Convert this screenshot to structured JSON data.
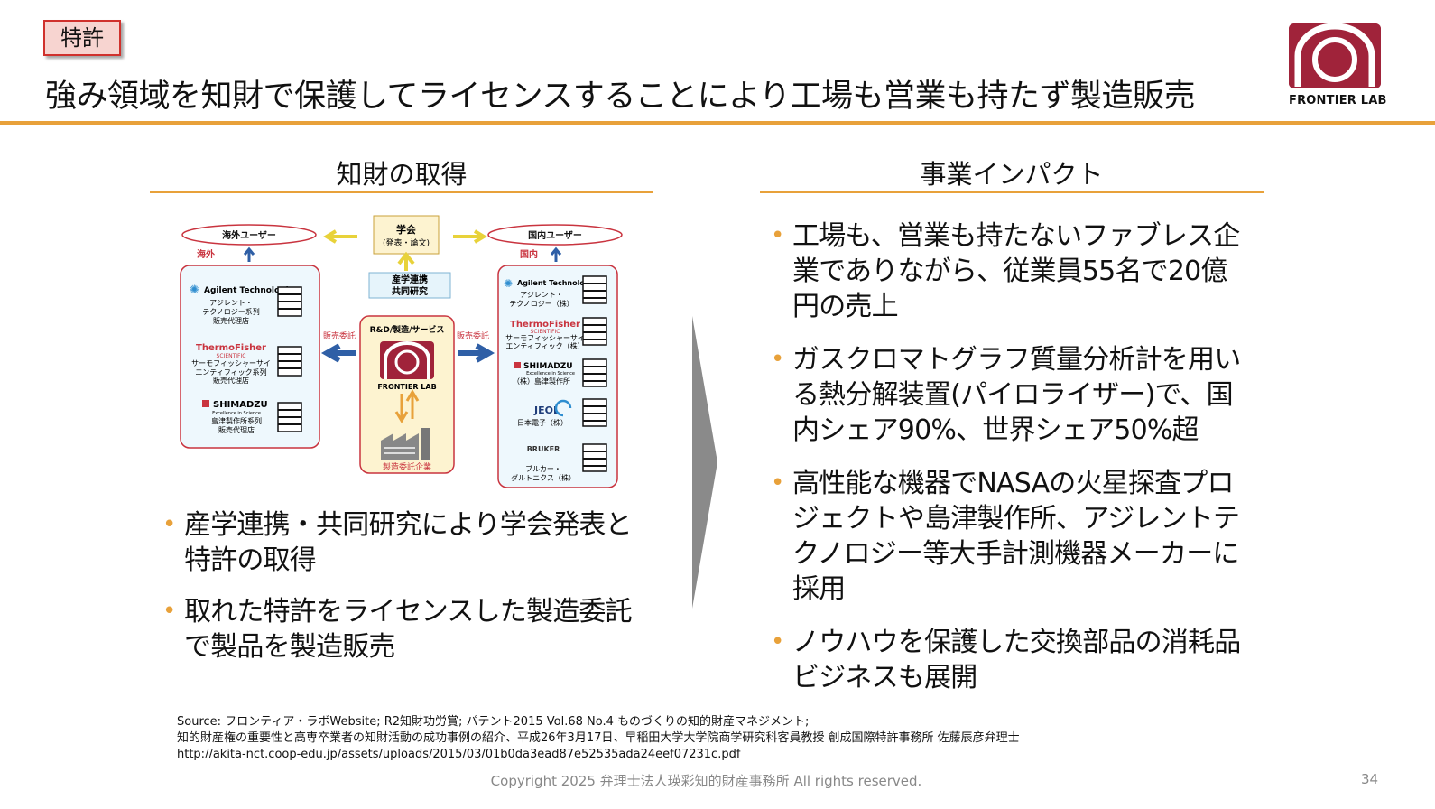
{
  "header": {
    "tag": "特許",
    "title": "強み領域を知財で保護してライセンスすることにより工場も営業も持たず製造販売",
    "logo_text": "FRONTIER LAB"
  },
  "left": {
    "heading": "知財の取得",
    "bullets": [
      "産学連携・共同研究により学会発表と特許の取得",
      "取れた特許をライセンスした製造委託で製品を製造販売"
    ]
  },
  "diagram": {
    "overseas_user": "海外ユーザー",
    "overseas": "海外",
    "domestic_user": "国内ユーザー",
    "domestic": "国内",
    "academic": "学会",
    "academic_sub": "(発表・論文)",
    "industry1": "産学連携",
    "industry2": "共同研究",
    "center_top": "R&D/製造/サービス",
    "center_logo": "FRONTIER LAB",
    "contract": "製造委託企業",
    "sales_left": "販売委託",
    "sales_right": "販売委託",
    "left_companies": [
      {
        "brand": "Agilent Technologies",
        "l1": "アジレント・",
        "l2": "テクノロジー系列",
        "l3": "販売代理店"
      },
      {
        "brand": "ThermoFisher",
        "sub": "SCIENTIFIC",
        "l1": "サーモフィッシャーサイ",
        "l2": "エンティフィック系列",
        "l3": "販売代理店"
      },
      {
        "brand": "SHIMADZU",
        "sub": "Excellence in Science",
        "l1": "島津製作所系列",
        "l2": "販売代理店"
      }
    ],
    "right_companies": [
      {
        "brand": "Agilent Technologies",
        "l1": "アジレント・",
        "l2": "テクノロジー（株）"
      },
      {
        "brand": "ThermoFisher",
        "sub": "SCIENTIFIC",
        "l1": "サーモフィッシャーサイ",
        "l2": "エンティフィック（株）"
      },
      {
        "brand": "SHIMADZU",
        "sub": "Excellence in Science",
        "l1": "（株）島津製作所"
      },
      {
        "brand": "JEOL",
        "l1": "日本電子（株）"
      },
      {
        "brand": "BRUKER",
        "l1": "ブルカー・",
        "l2": "ダルトニクス（株）"
      }
    ]
  },
  "right": {
    "heading": "事業インパクト",
    "bullets": [
      "工場も、営業も持たないファブレス企業でありながら、従業員55名で20億円の売上",
      "ガスクロマトグラフ質量分析計を用いる熱分解装置(パイロライザー)で、国内シェア90%、世界シェア50%超",
      "高性能な機器でNASAの火星探査プロジェクトや島津製作所、アジレントテクノロジー等大手計測機器メーカーに採用",
      "ノウハウを保護した交換部品の消耗品ビジネスも展開"
    ]
  },
  "source": {
    "line1": "Source: フロンティア・ラボWebsite; R2知財功労賞; パテント2015 Vol.68 No.4 ものづくりの知的財産マネジメント;",
    "line2": "知的財産権の重要性と高専卒業者の知財活動の成功事例の紹介、平成26年3月17日、早稲田大学大学院商学研究科客員教授 創成国際特許事務所 佐藤辰彦弁理士",
    "line3": "http://akita-nct.coop-edu.jp/assets/uploads/2015/03/01b0da3ead87e52535ada24eef07231c.pdf"
  },
  "footer": {
    "copyright": "Copyright 2025 弁理士法人瑛彩知的財産事務所 All rights reserved.",
    "page": "34"
  },
  "colors": {
    "accent": "#e8a13a",
    "logo": "#a0233a",
    "tag_border": "#d0312d"
  }
}
